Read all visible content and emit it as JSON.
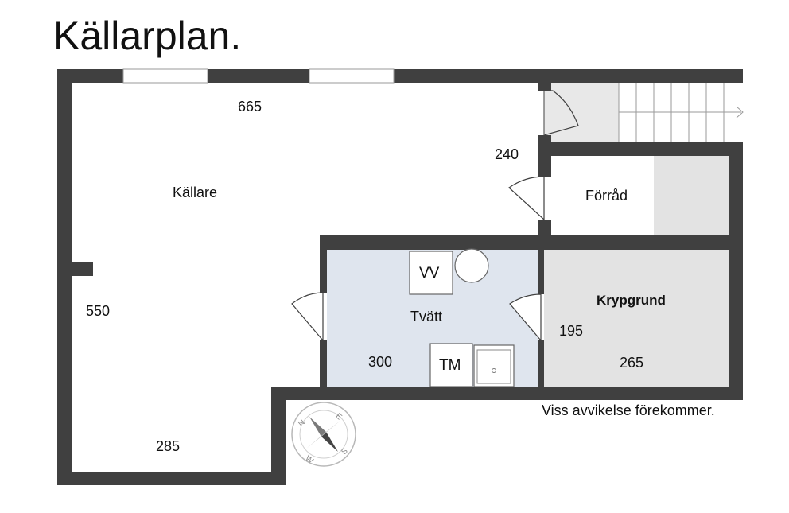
{
  "title": "Källarplan.",
  "rooms": {
    "kallare": "Källare",
    "forrad": "Förråd",
    "tvatt": "Tvätt",
    "krypgrund": "Krypgrund"
  },
  "fixtures": {
    "vv": "VV",
    "tm": "TM"
  },
  "dimensions": {
    "d665": "665",
    "d240": "240",
    "d550": "550",
    "d285": "285",
    "d300": "300",
    "d195": "195",
    "d265": "265"
  },
  "disclaimer": "Viss avvikelse förekommer.",
  "compass": {
    "n": "N",
    "e": "E",
    "s": "S",
    "w": "W"
  },
  "colors": {
    "wall": "#404040",
    "laundry_floor": "#dfe5ee",
    "crawlspace_floor": "#e3e3e3",
    "stair_floor": "#e8e8e8"
  }
}
